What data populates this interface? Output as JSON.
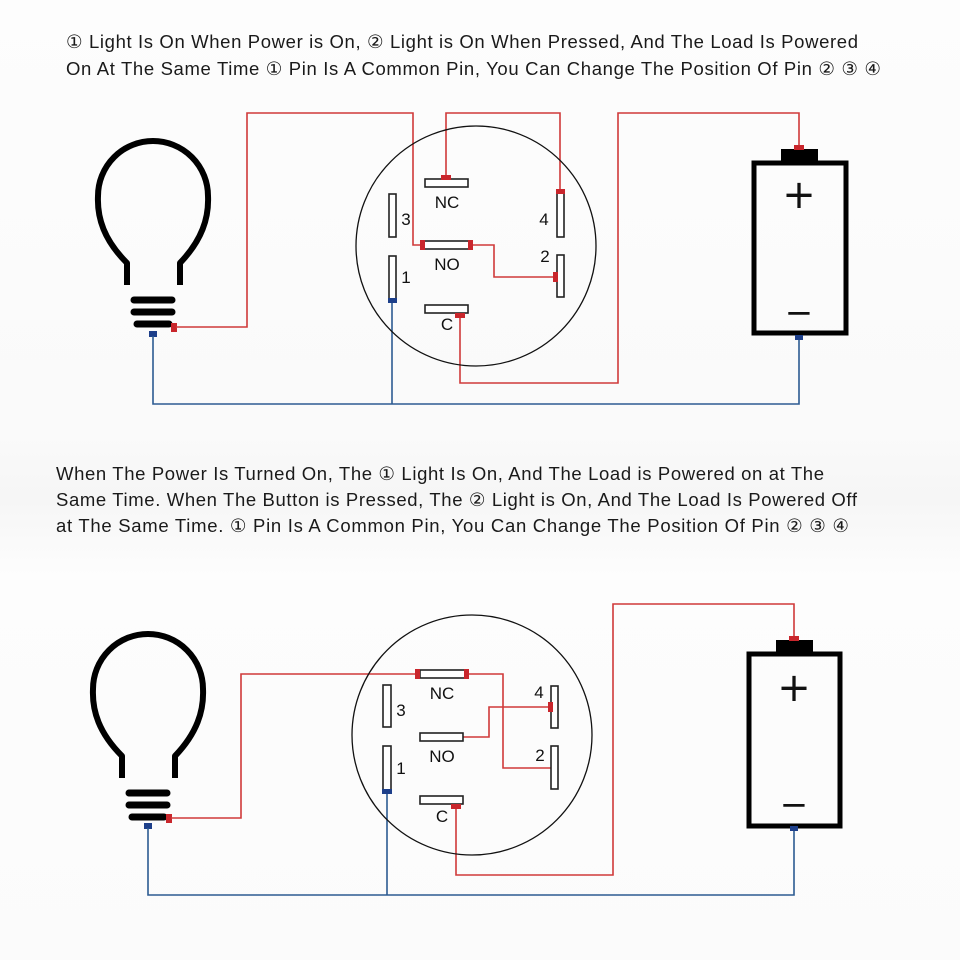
{
  "diagram1": {
    "caption": [
      "① Light Is On When Power is On, ② Light is On When Pressed, And The Load Is Powered",
      "On At The Same Time ① Pin Is A Common Pin, You Can Change The Position Of Pin ② ③ ④"
    ],
    "switch_labels": {
      "nc": "NC",
      "no": "NO",
      "c": "C",
      "pin1": "1",
      "pin2": "2",
      "pin3": "3",
      "pin4": "4"
    },
    "battery": {
      "plus": "+",
      "minus": "−"
    }
  },
  "diagram2": {
    "caption": [
      "When The Power Is Turned On, The ① Light Is On, And The Load is Powered on at The",
      "Same Time. When The Button is Pressed, The ② Light is On, And The Load Is Powered Off",
      "at The Same Time.  ① Pin Is A Common Pin, You Can Change The Position Of Pin ② ③ ④"
    ],
    "switch_labels": {
      "nc": "NC",
      "no": "NO",
      "c": "C",
      "pin1": "1",
      "pin2": "2",
      "pin3": "3",
      "pin4": "4"
    },
    "battery": {
      "plus": "+",
      "minus": "−"
    }
  },
  "colors": {
    "positive_wire": "#d03a3a",
    "negative_wire": "#2c5b92"
  }
}
